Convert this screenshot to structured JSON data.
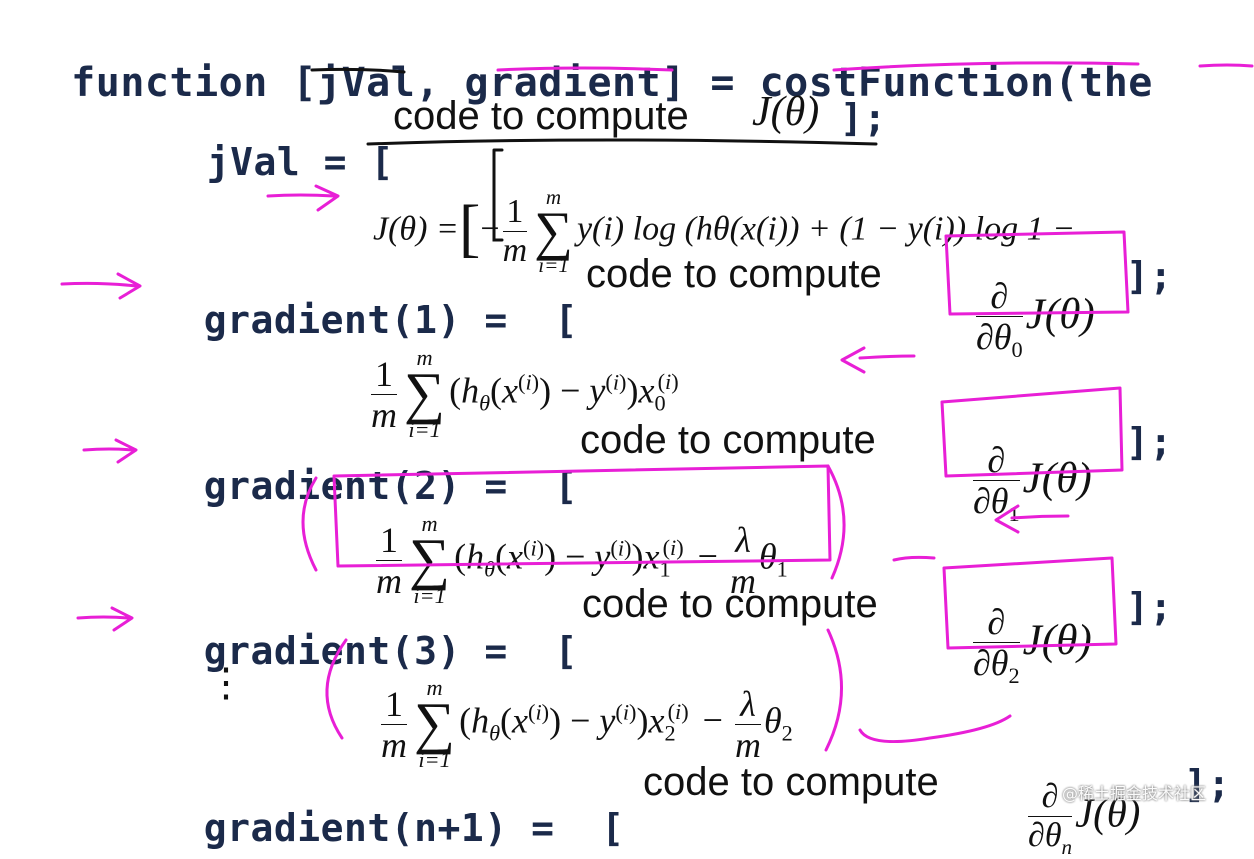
{
  "line0": {
    "keyword": "function",
    "lhs_open": "[",
    "out1": "jVal",
    "comma": ",",
    "out2": "gradient",
    "lhs_close": "]",
    "eq": "=",
    "fname": "costFunction",
    "paren": "(",
    "arg_partial": "the"
  },
  "jval_line": {
    "var": "jVal",
    "eq": "=",
    "open": "[",
    "text": "code to compute",
    "math": "J(θ)",
    "close": "];"
  },
  "gradients": [
    {
      "label": "gradient",
      "idx": "(1)",
      "eq": "=",
      "open": "[",
      "text": "code to compute",
      "sub": "0",
      "close": "];"
    },
    {
      "label": "gradient",
      "idx": "(2)",
      "eq": "=",
      "open": "[",
      "text": "code to compute",
      "sub": "1",
      "close": "];"
    },
    {
      "label": "gradient",
      "idx": "(3)",
      "eq": "=",
      "open": "[",
      "text": "code to compute",
      "sub": "2",
      "close": "];"
    },
    {
      "label": "gradient",
      "idx": "(n+1)",
      "eq": "=",
      "open": "[",
      "text": "code to compute",
      "sub": "n",
      "close": "];"
    }
  ],
  "math": {
    "partial": "∂",
    "theta": "θ",
    "j_theta": "J(θ)",
    "lambda": "λ",
    "m": "m",
    "one": "1",
    "sum": "∑",
    "i_eq_1": "i=1",
    "cost_lhs": "J(θ) =",
    "cost_rhs_tail": "y(i) log (hθ(x(i)) + (1 − y(i)) log 1 −",
    "minus": "−",
    "vdots": "⋮",
    "reg_subs": [
      "1",
      "2"
    ],
    "x_subs": [
      "0",
      "1",
      "2"
    ]
  },
  "watermark": "@稀土掘金技术社区",
  "colors": {
    "code": "#1b2a4a",
    "annotation": "#e81fd6",
    "text": "#111111",
    "background": "#ffffff"
  }
}
